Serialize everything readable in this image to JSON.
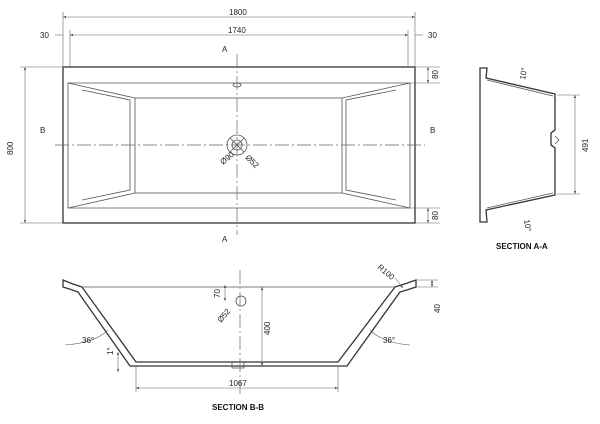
{
  "plan": {
    "overall_length": "1800",
    "inner_length": "1740",
    "rim_left": "30",
    "rim_right": "30",
    "overall_width": "800",
    "rim_top": "80",
    "rim_bottom": "80",
    "waste_dia": "Ø90",
    "overflow_dia": "Ø52",
    "cut_a": "A",
    "cut_b": "B"
  },
  "section_aa": {
    "title": "SECTION A-A",
    "angle_top": "10°",
    "angle_bottom": "10°",
    "inner_width": "491"
  },
  "section_bb": {
    "title": "SECTION B-B",
    "radius": "R100",
    "overflow_height": "70",
    "overflow_dia": "Ø52",
    "depth": "400",
    "rim_height": "40",
    "angle_left": "36°",
    "angle_right": "36°",
    "floor_slope": "1°",
    "floor_length": "1067"
  }
}
